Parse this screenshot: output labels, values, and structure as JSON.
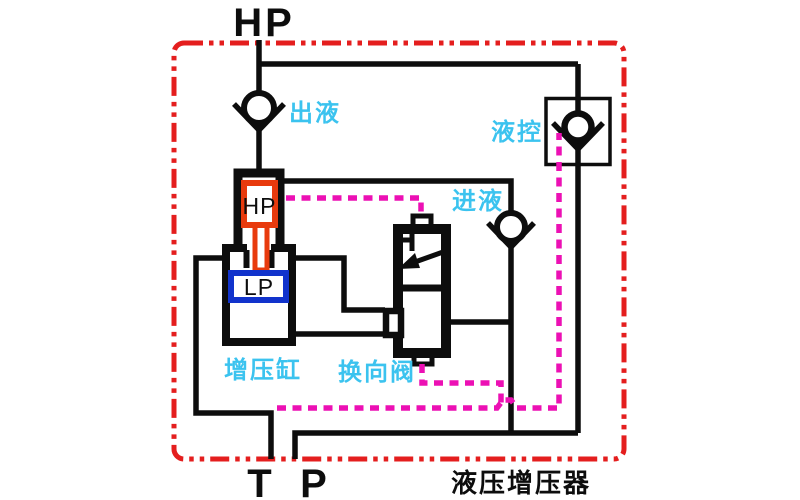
{
  "diagram": {
    "title": "液压增压器",
    "ports": {
      "hp": "HP",
      "t": "T",
      "p": "P"
    },
    "components": {
      "outlet_check_valve": "出液",
      "pilot_operated_check_valve": "液控",
      "inlet_check_valve": "进液",
      "booster_cylinder": "增压缸",
      "directional_valve": "换向阀",
      "hp_piston": "HP",
      "lp_piston": "LP"
    },
    "colors": {
      "boundary_red": "#e41e1e",
      "pilot_magenta": "#ec10b4",
      "label_cyan": "#3bc3ef",
      "hp_piston_red": "#e83a0d",
      "lp_piston_blue": "#1133cc",
      "line_black": "#0d0d0d"
    }
  }
}
